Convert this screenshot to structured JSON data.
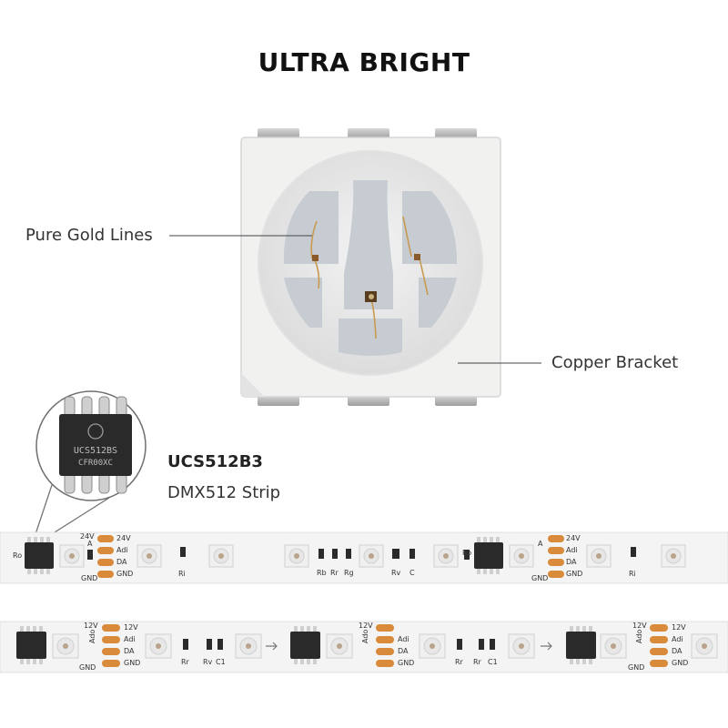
{
  "title": "ULTRA BRIGHT",
  "callouts": {
    "gold_lines": "Pure Gold Lines",
    "copper_bracket": "Copper Bracket"
  },
  "chip": {
    "model": "UCS512B3",
    "strip_type": "DMX512 Strip",
    "marking_line1": "UCS512BS",
    "marking_line2": "CFR00XC"
  },
  "strip1": {
    "labels": [
      "24V",
      "A",
      "Ro",
      "24V",
      "Adi",
      "DA",
      "GND",
      "GND",
      "Ri",
      "Rb",
      "Rr",
      "Rg",
      "Rv",
      "C",
      "24V",
      "Adi",
      "DA",
      "GND",
      "A",
      "Ro",
      "GND",
      "Ri"
    ]
  },
  "strip2": {
    "labels": [
      "12V",
      "Ado",
      "12V",
      "Adi",
      "DA",
      "GND",
      "GND",
      "Rr",
      "Rv",
      "C1",
      "12V",
      "Ado",
      "Adi",
      "DA",
      "GND",
      "Rr",
      "Rr",
      "C1",
      "12V",
      "Ado",
      "12V",
      "Adi",
      "DA",
      "GND",
      "GND"
    ]
  },
  "colors": {
    "led_body": "#f1f1f0",
    "led_cavity": "#e9eaeb",
    "die_pads": "#c7ccd3",
    "gold_wire": "#c79a4f",
    "copper_pad": "#d98a3a",
    "strip": "#f4f4f4",
    "chip_body": "#2a2a2a"
  }
}
